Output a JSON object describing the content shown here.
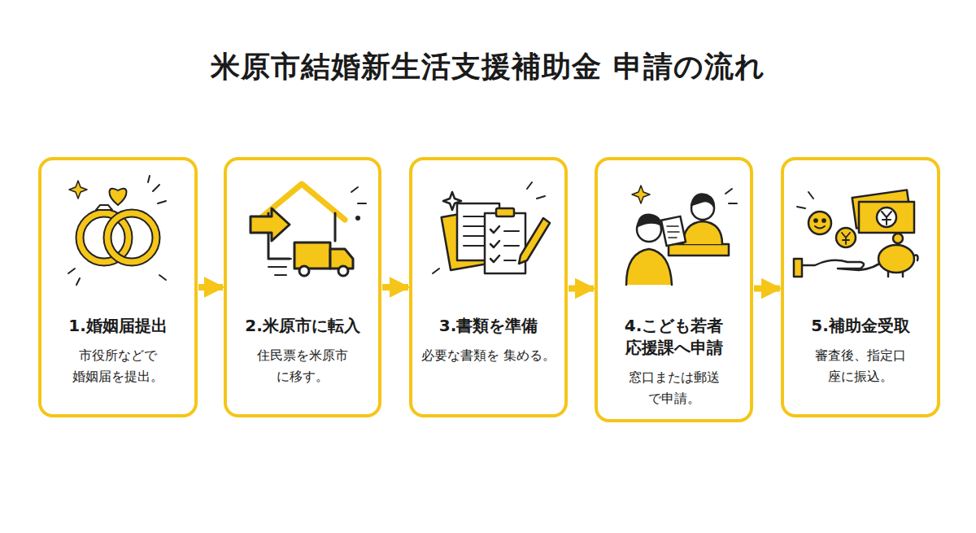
{
  "diagram": {
    "title": "米原市結婚新生活支援補助金 申請の流れ",
    "nodes": [
      {
        "text": [
          "1.婚姻届提出",
          "市役所などで 婚姻届を提出。"
        ]
      },
      {
        "text": [
          "2.米原市に転入",
          "住民票を米原市 に移す。"
        ]
      },
      {
        "text": [
          "3.書類を準備",
          "必要な書類を 集める。"
        ]
      },
      {
        "text": [
          "4.こども若者 応援課へ申請",
          "窓口または郵送 で申請。"
        ]
      },
      {
        "text": [
          "5.補助金受取",
          "審査後、指定口 座に振込。"
        ]
      }
    ],
    "edges": [
      {
        "from": 0,
        "to": 1,
        "arrow": "to"
      },
      {
        "from": 1,
        "to": 2,
        "arrow": "to"
      },
      {
        "from": 2,
        "to": 3,
        "arrow": "to"
      },
      {
        "from": 3,
        "to": 4,
        "arrow": "to"
      }
    ]
  }
}
